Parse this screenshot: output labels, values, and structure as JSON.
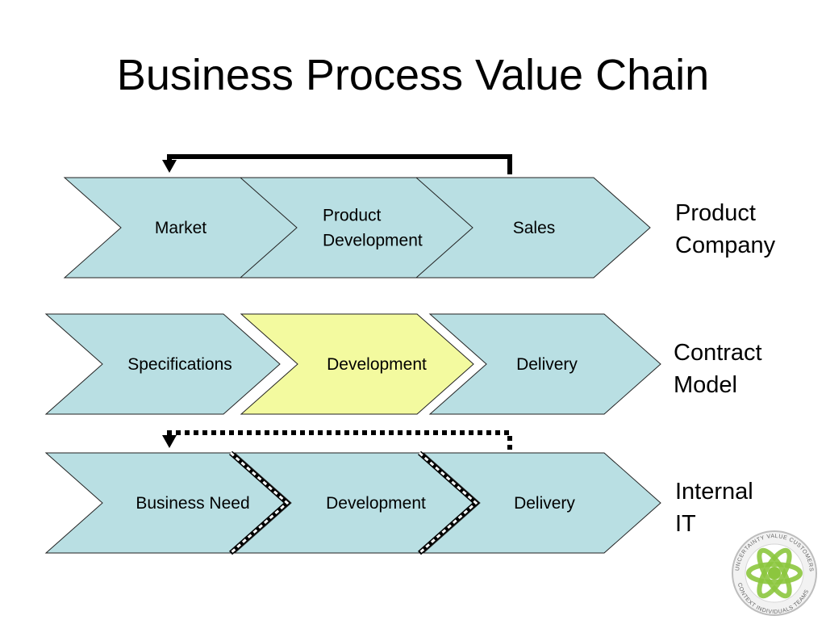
{
  "title": "Business Process Value Chain",
  "colors": {
    "chevron_fill": "#b9dfe3",
    "highlight_fill": "#f3fa9f",
    "outline": "#222222",
    "arrow": "#000000",
    "logo_green": "#8cc63e"
  },
  "rows": [
    {
      "label": [
        "Product",
        "Company"
      ],
      "stages": [
        {
          "lines": [
            "Market"
          ],
          "highlight": false
        },
        {
          "lines": [
            "Product",
            "Development"
          ],
          "highlight": false
        },
        {
          "lines": [
            "Sales"
          ],
          "highlight": false
        }
      ],
      "feedback_arrow": "solid",
      "from_stage": "Sales",
      "to_stage": "Market"
    },
    {
      "label": [
        "Contract",
        "Model"
      ],
      "stages": [
        {
          "lines": [
            "Specifications"
          ],
          "highlight": false
        },
        {
          "lines": [
            "Development"
          ],
          "highlight": true
        },
        {
          "lines": [
            "Delivery"
          ],
          "highlight": false
        }
      ],
      "feedback_arrow": "none"
    },
    {
      "label": [
        "Internal",
        "IT"
      ],
      "stages": [
        {
          "lines": [
            "Business Need"
          ],
          "highlight": false
        },
        {
          "lines": [
            "Development"
          ],
          "highlight": false
        },
        {
          "lines": [
            "Delivery"
          ],
          "highlight": false
        }
      ],
      "feedback_arrow": "dotted",
      "from_stage": "Delivery",
      "to_stage": "Business Need",
      "dashed_boundaries": true
    }
  ],
  "logo": {
    "icon": "atom-logo-icon",
    "words": [
      "Uncertainty",
      "Value",
      "Customers",
      "Context",
      "Individuals",
      "Teams"
    ]
  }
}
